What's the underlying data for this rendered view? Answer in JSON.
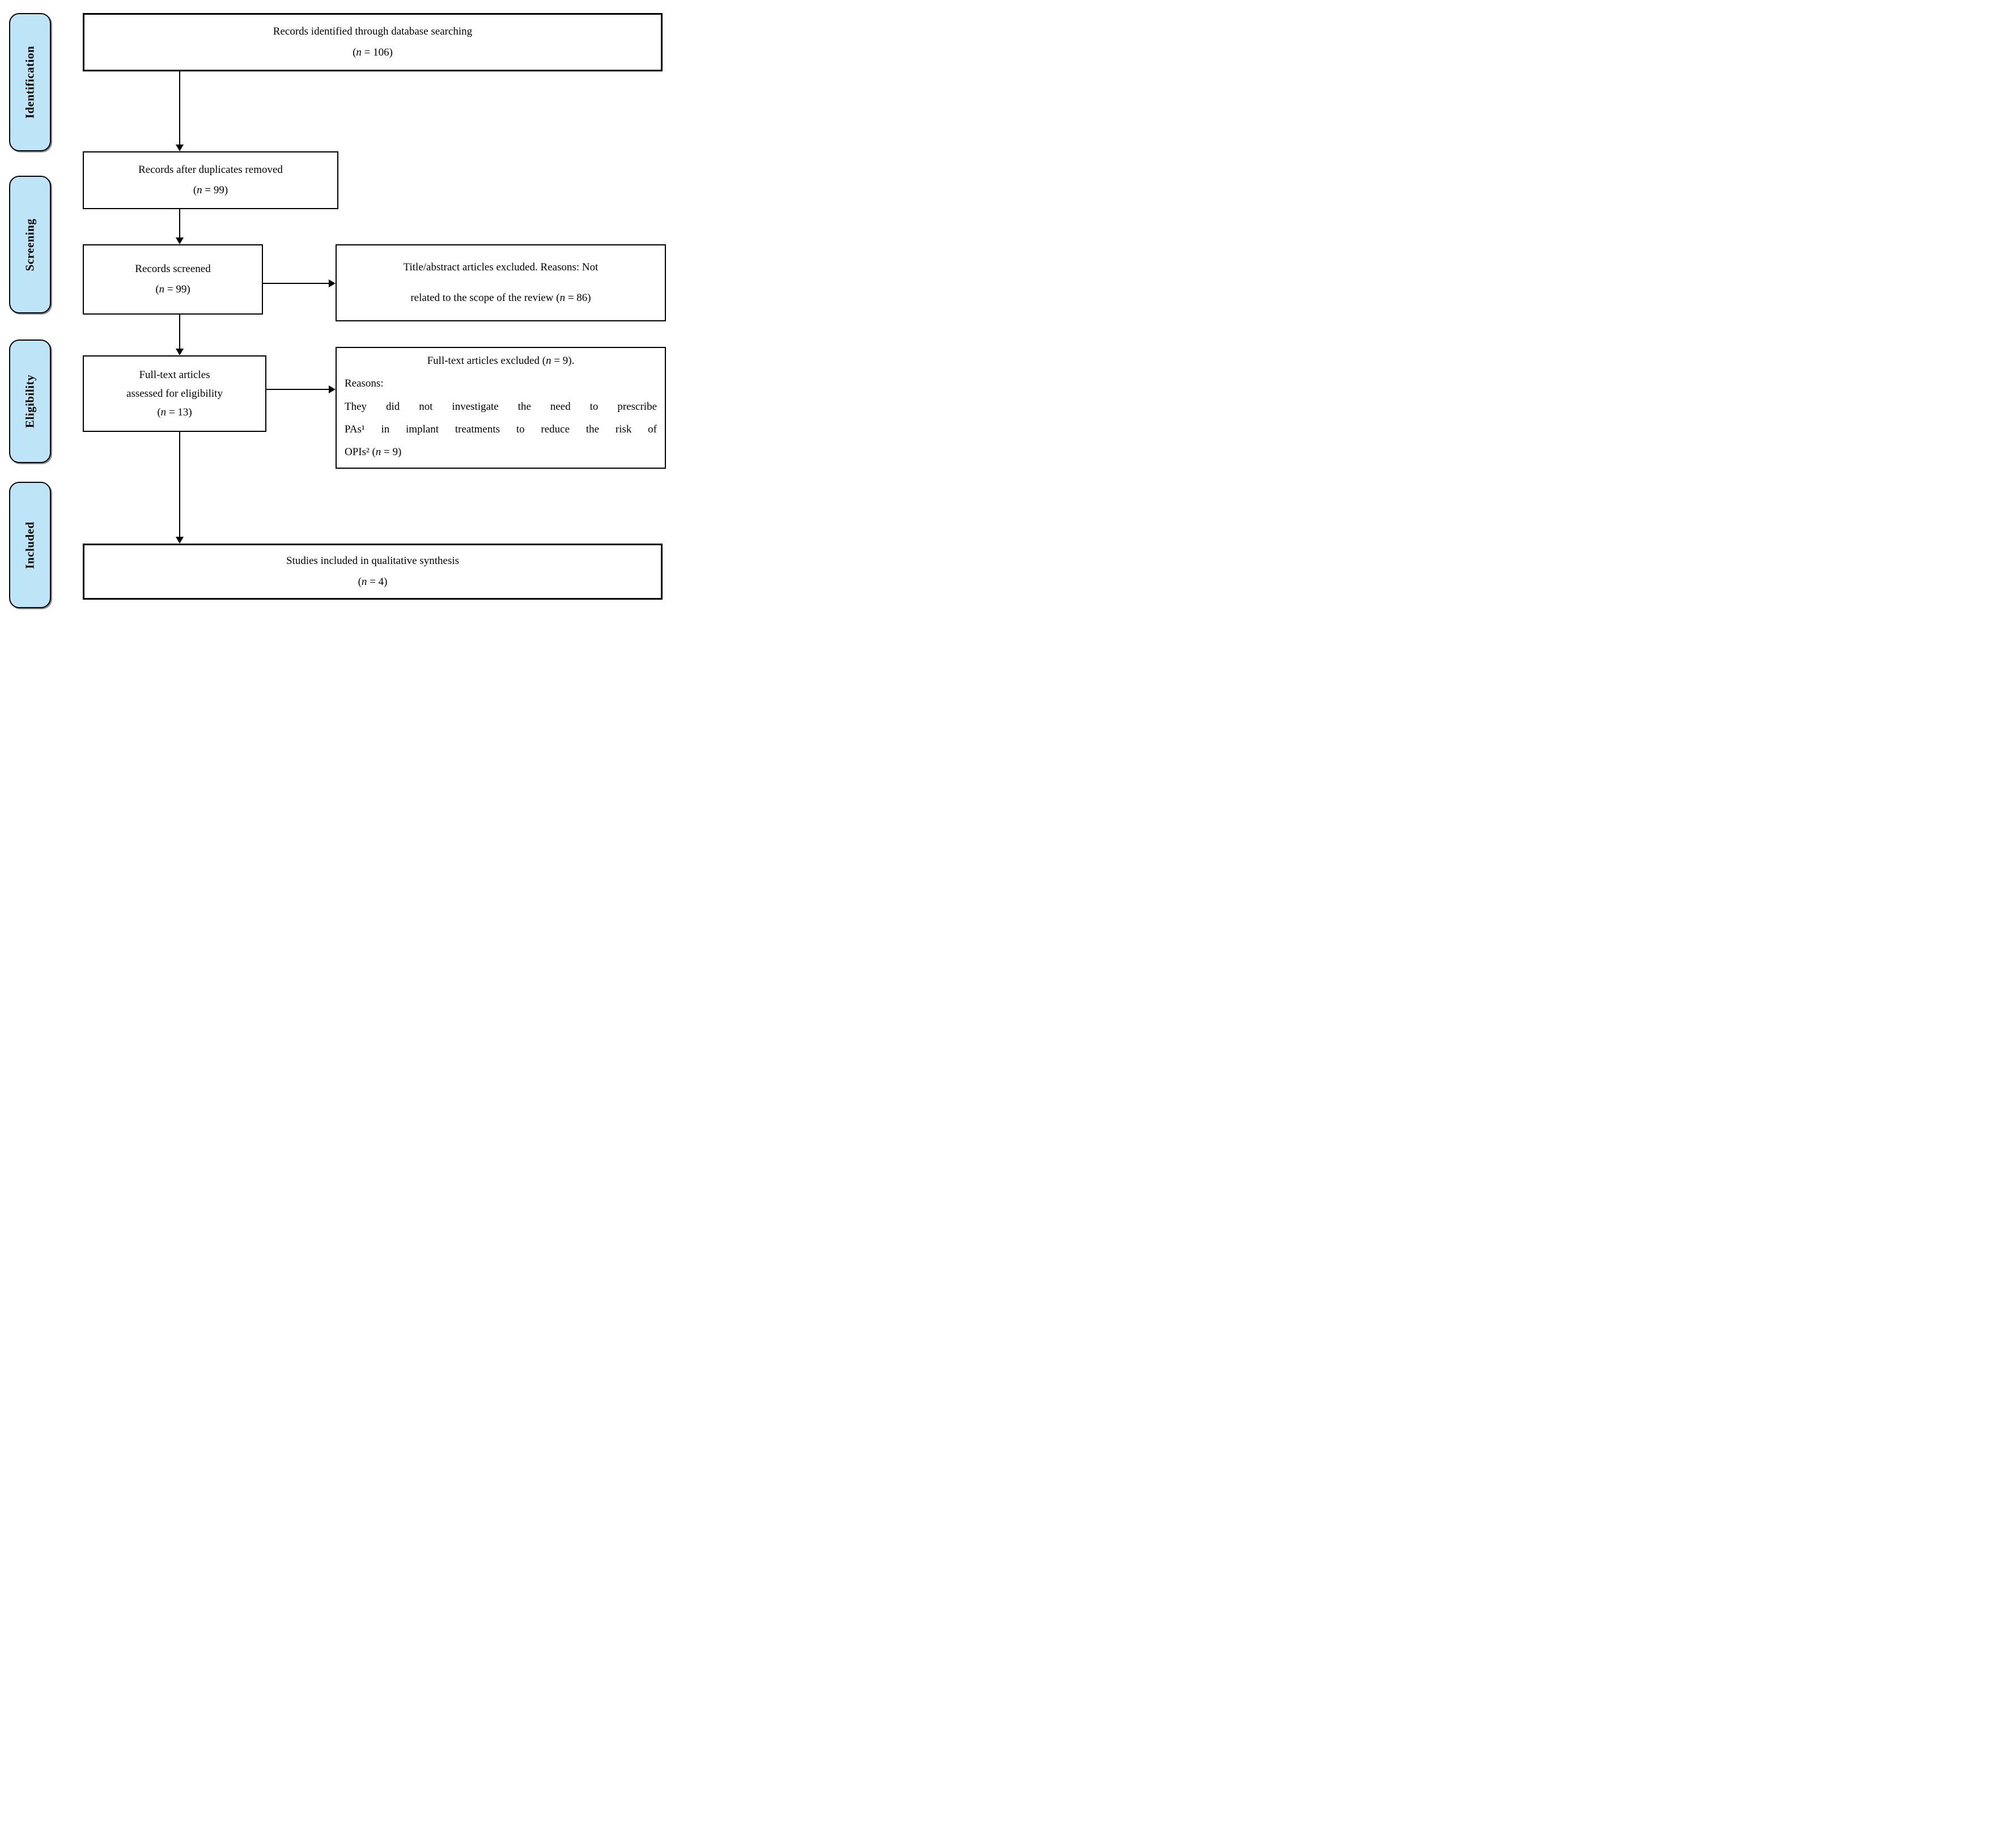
{
  "diagram_title": "PRISMA flow diagram",
  "colors": {
    "stage_fill": "#bee4f7",
    "stage_border": "#000000",
    "box_border": "#000000",
    "background": "#ffffff",
    "text": "#000000"
  },
  "sidebar": {
    "stages": [
      {
        "label": "Identification"
      },
      {
        "label": "Screening"
      },
      {
        "label": "Eligibility"
      },
      {
        "label": "Included"
      }
    ]
  },
  "flow": {
    "identified": {
      "line1": "Records identified through database searching",
      "count": "(n = 106)"
    },
    "deduplicated": {
      "line1": "Records after duplicates removed",
      "count": "(n = 99)"
    },
    "screened": {
      "line1": "Records screened",
      "count": "(n = 99)"
    },
    "fulltext_assessed": {
      "line1": "Full-text articles",
      "line2": "assessed for eligibility",
      "count": "(n = 13)"
    },
    "excluded_title_abstract": {
      "line1": "Title/abstract articles excluded. Reasons: Not",
      "line2": "related to the scope of the review (n = 86)"
    },
    "excluded_fulltext": {
      "title": "Full-text articles excluded (n = 9).",
      "reasons_label": "Reasons:",
      "reason_line1": "They did not investigate the need to prescribe",
      "reason_line2": "PAs¹ in implant treatments to reduce the risk of",
      "reason_line3": "OPIs² (n = 9)"
    },
    "included_synthesis": {
      "line1": "Studies included in qualitative synthesis",
      "count": "(n = 4)"
    }
  }
}
